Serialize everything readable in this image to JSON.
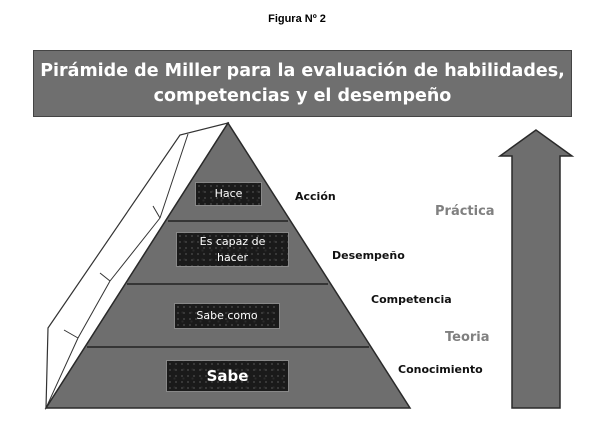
{
  "figure_label": "Figura Nº 2",
  "banner": {
    "line1": "Pirámide de Miller para la evaluación de habilidades,",
    "line2": "competencias y el desempeño"
  },
  "levels": [
    {
      "box_label": "Hace",
      "side_label": "Acción"
    },
    {
      "box_label_line1": "Es capaz de",
      "box_label_line2": "hacer",
      "side_label": "Desempeño"
    },
    {
      "box_label": "Sabe como",
      "side_label": "Competencia"
    },
    {
      "box_label": "Sabe",
      "side_label": "Conocimiento"
    }
  ],
  "arrow": {
    "top_label": "Práctica",
    "bottom_label": "Teoria"
  },
  "colors": {
    "banner_bg": "#6f6f6f",
    "pyramid_fill": "#6e6e6e",
    "box_bg": "#1a1a1a",
    "arrow_fill": "#6e6e6e"
  }
}
